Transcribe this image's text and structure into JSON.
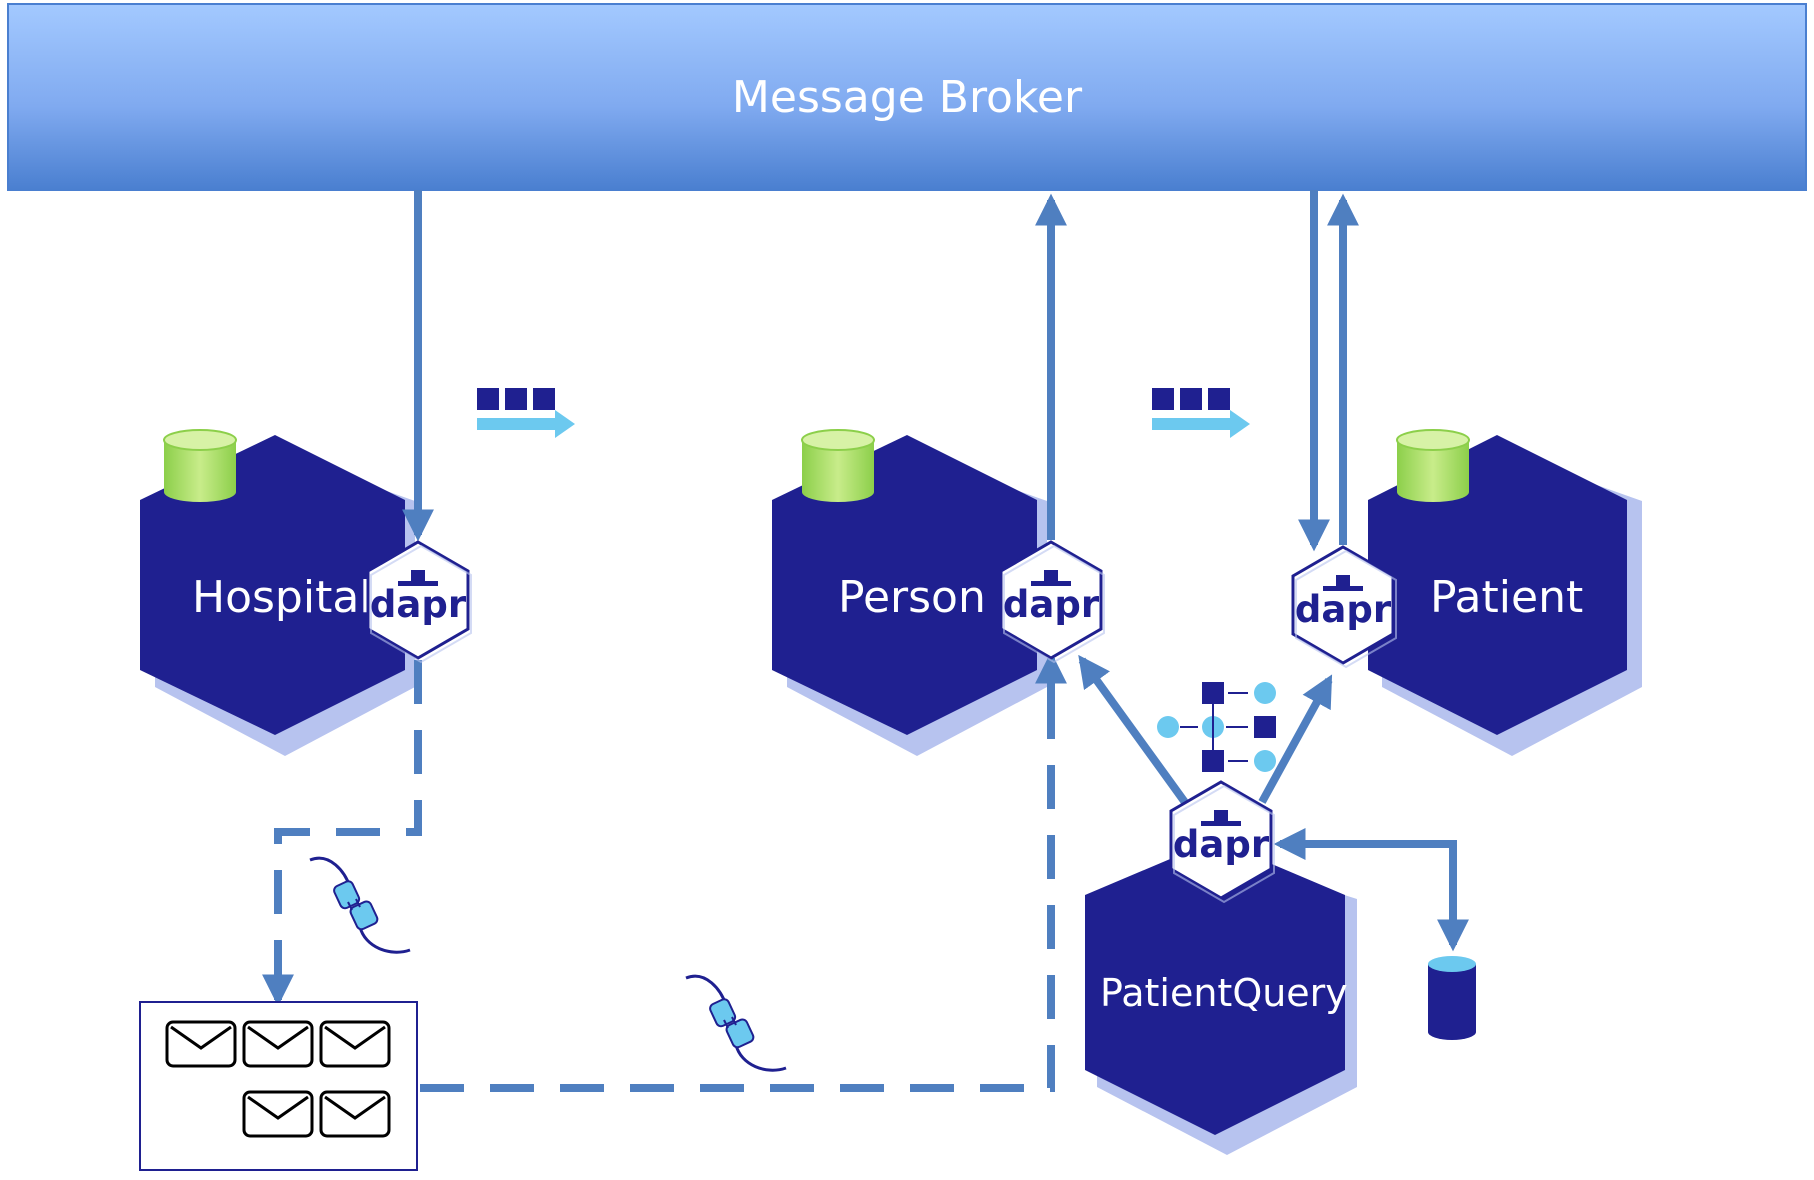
{
  "broker": {
    "title": "Message Broker"
  },
  "services": {
    "hospital": "Hospital",
    "person": "Person",
    "patient": "Patient",
    "patient_query": "PatientQuery"
  },
  "sidecar_label": "dapr",
  "icons": {
    "database": "cylinder-database-icon",
    "queue": "message-queue-icon",
    "binding": "plug-binding-icon",
    "envelope": "envelope-icon",
    "actor_graph": "service-invocation-graph-icon"
  },
  "colors": {
    "broker_top": "#9ec6ff",
    "broker_bottom": "#4a7fd0",
    "service": "#1f2090",
    "service_shadow": "#b7c3ef",
    "arrow": "#4f7fc0",
    "db_green": "#b4e06c",
    "queue_cyan": "#6cc9ef",
    "navy": "#1f2090"
  }
}
